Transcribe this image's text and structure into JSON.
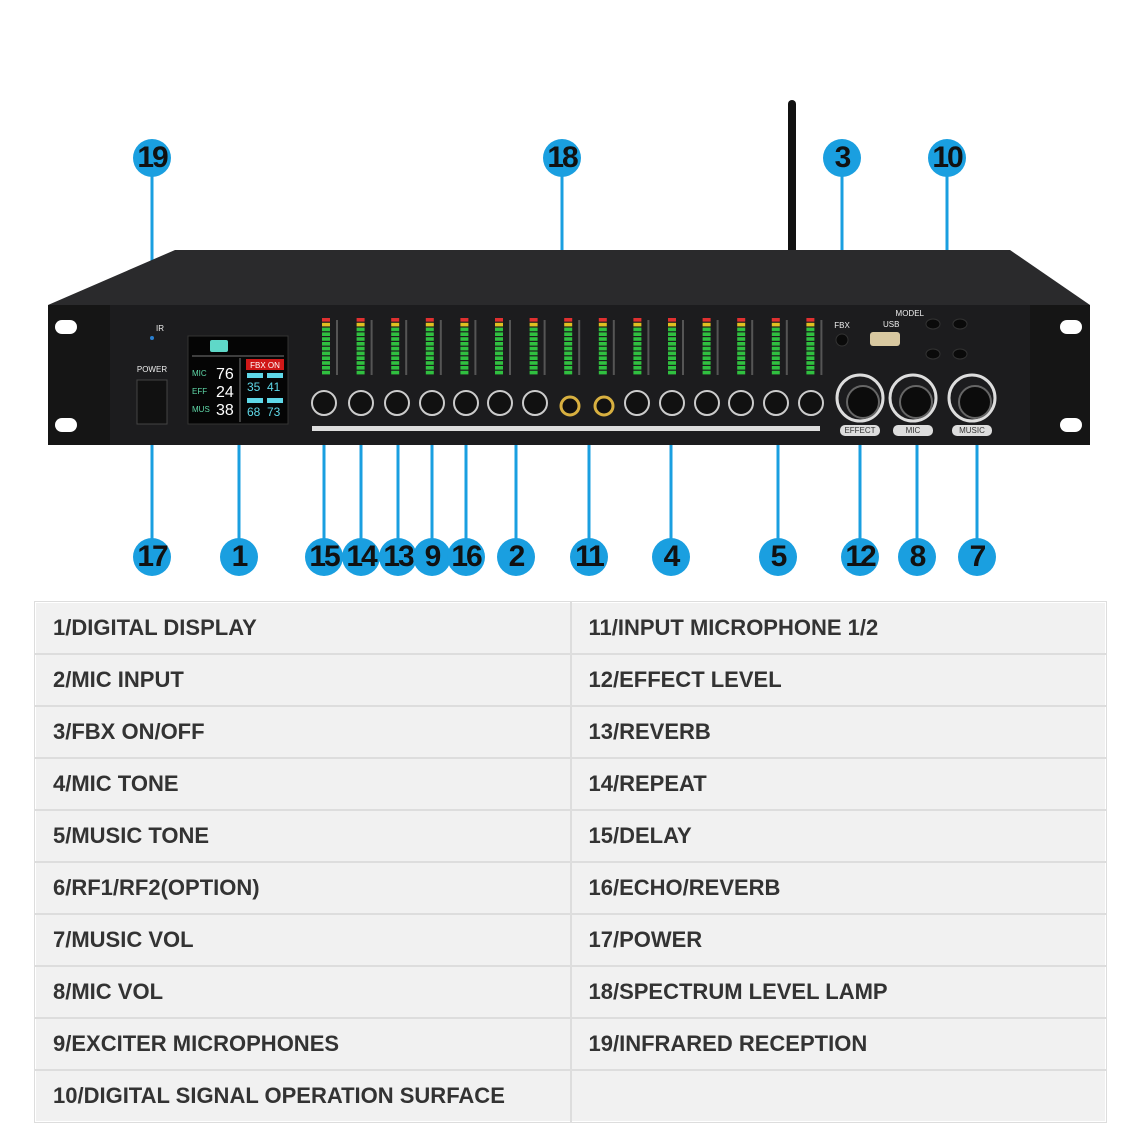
{
  "device": {
    "ir_label": "IR",
    "power_label": "POWER",
    "display": {
      "rows": [
        {
          "label": "MIC",
          "value": "76"
        },
        {
          "label": "EFF",
          "value": "24"
        },
        {
          "label": "MUS",
          "value": "38"
        }
      ],
      "badge": "FBX ON",
      "small_values": [
        "35",
        "41",
        "68",
        "73"
      ]
    },
    "fbx_label": "FBX",
    "usb_label": "USB",
    "model_label": "MODEL",
    "knob_labels": [
      "EFFECT",
      "MIC",
      "MUSIC"
    ],
    "colors": {
      "callout": "#1a9fe0",
      "panel": "#1c1c1e",
      "display_text": "#5fd8e8"
    }
  },
  "callouts_top": [
    "19",
    "18",
    "3",
    "10"
  ],
  "callouts_bottom": [
    "17",
    "1",
    "15",
    "14",
    "13",
    "9",
    "16",
    "2",
    "11",
    "4",
    "5",
    "12",
    "8",
    "7"
  ],
  "legend": [
    [
      "1/DIGITAL DISPLAY",
      "11/INPUT MICROPHONE 1/2"
    ],
    [
      "2/MIC INPUT",
      "12/EFFECT LEVEL"
    ],
    [
      "3/FBX ON/OFF",
      "13/REVERB"
    ],
    [
      "4/MIC TONE",
      "14/REPEAT"
    ],
    [
      "5/MUSIC TONE",
      "15/DELAY"
    ],
    [
      "6/RF1/RF2(OPTION)",
      "16/ECHO/REVERB"
    ],
    [
      "7/MUSIC VOL",
      "17/POWER"
    ],
    [
      "8/MIC VOL",
      "18/SPECTRUM LEVEL LAMP"
    ],
    [
      "9/EXCITER MICROPHONES",
      "19/INFRARED RECEPTION"
    ],
    [
      "10/DIGITAL SIGNAL OPERATION SURFACE",
      ""
    ]
  ]
}
